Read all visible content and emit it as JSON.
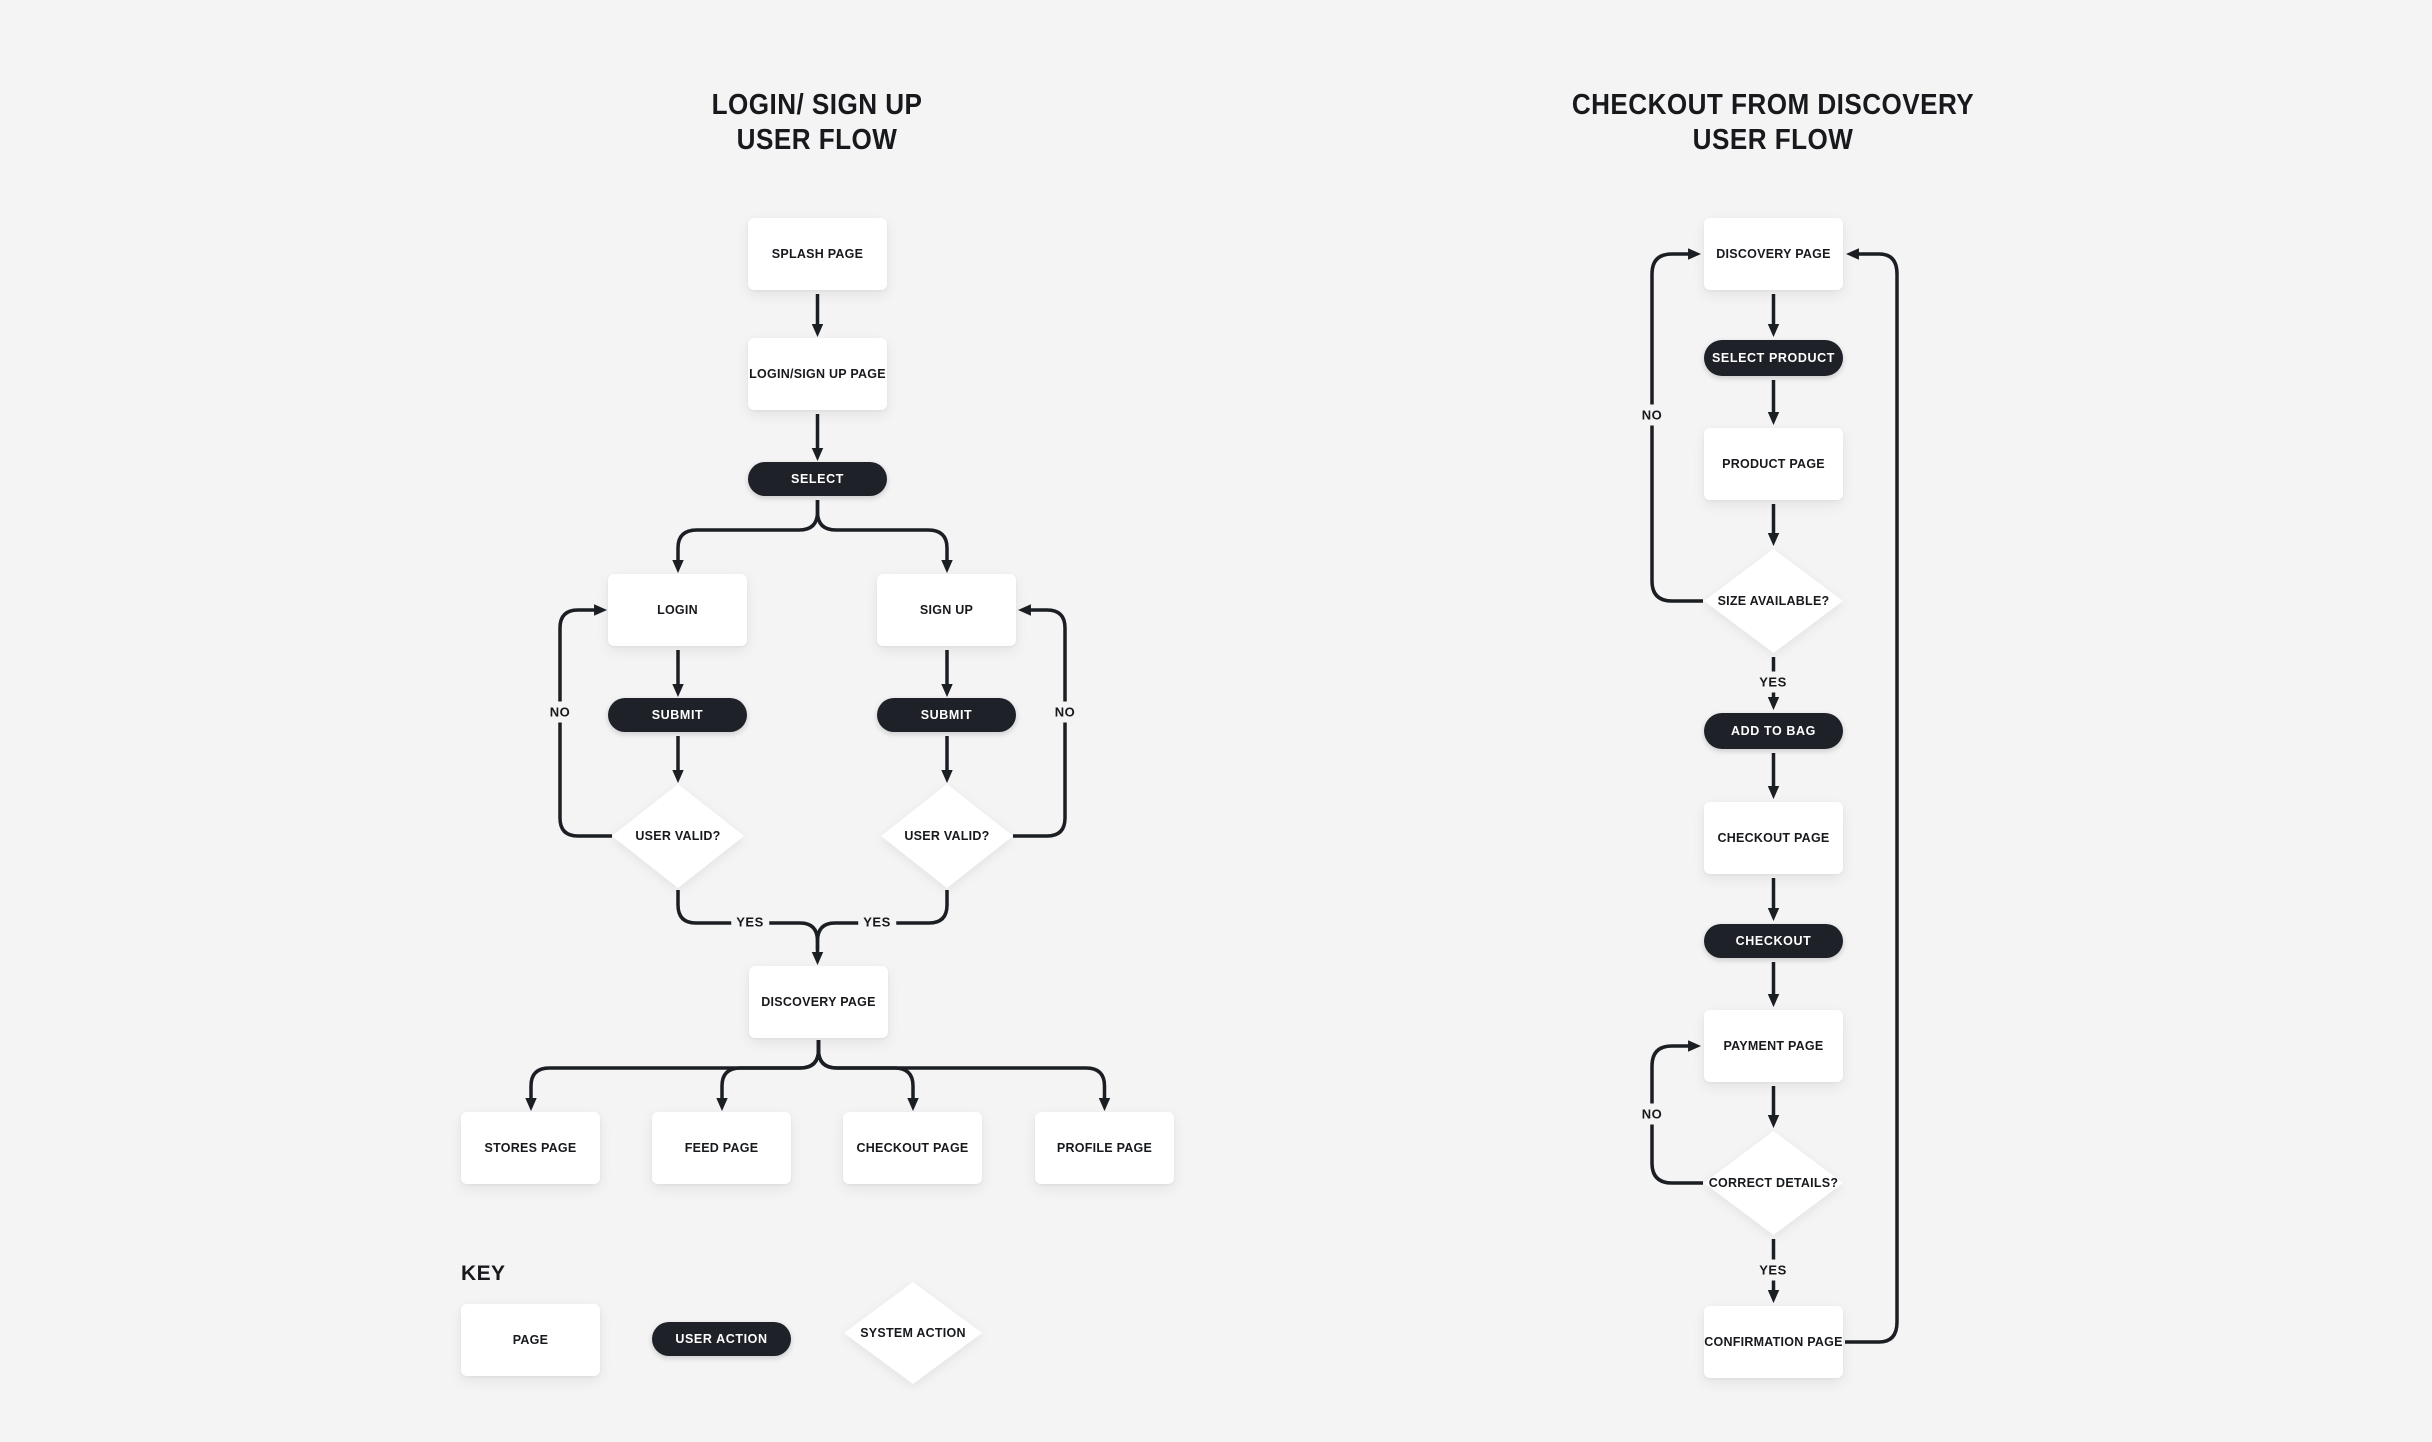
{
  "colors": {
    "background": "#f4f4f5",
    "node_fill": "#ffffff",
    "action_fill": "#1e2128",
    "action_text": "#ffffff",
    "line": "#1b1e23",
    "text": "#17191d"
  },
  "left": {
    "title1": "LOGIN/ SIGN UP",
    "title2": "USER FLOW",
    "splash": "SPLASH PAGE",
    "login_signup_page": "LOGIN/SIGN UP PAGE",
    "select": "SELECT",
    "login": "LOGIN",
    "signup": "SIGN UP",
    "submit1": "SUBMIT",
    "submit2": "SUBMIT",
    "valid1": "USER VALID?",
    "valid2": "USER VALID?",
    "no1": "NO",
    "no2": "NO",
    "yes1": "YES",
    "yes2": "YES",
    "discovery": "DISCOVERY PAGE",
    "stores": "STORES PAGE",
    "feed": "FEED PAGE",
    "checkout": "CHECKOUT PAGE",
    "profile": "PROFILE PAGE"
  },
  "right": {
    "title1": "CHECKOUT FROM DISCOVERY",
    "title2": "USER FLOW",
    "discovery": "DISCOVERY PAGE",
    "select_product": "SELECT PRODUCT",
    "product": "PRODUCT PAGE",
    "size_available": "SIZE AVAILABLE?",
    "no1": "NO",
    "yes1": "YES",
    "add_to_bag": "ADD TO BAG",
    "checkout_page": "CHECKOUT PAGE",
    "checkout": "CHECKOUT",
    "payment": "PAYMENT PAGE",
    "correct_details": "CORRECT DETAILS?",
    "no2": "NO",
    "yes2": "YES",
    "confirmation": "CONFIRMATION PAGE"
  },
  "key": {
    "heading": "KEY",
    "page": "PAGE",
    "user_action": "USER ACTION",
    "system_action": "SYSTEM ACTION"
  }
}
